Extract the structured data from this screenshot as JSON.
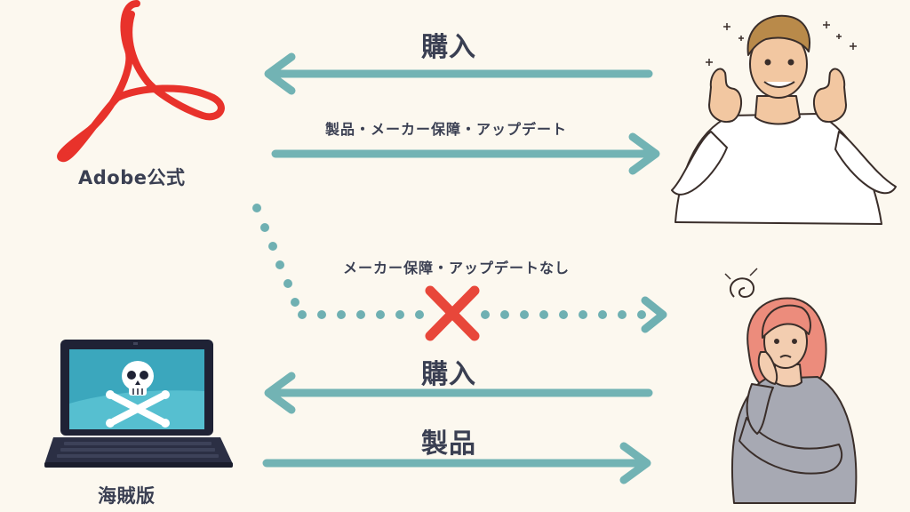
{
  "sources": {
    "official": "Adobe公式",
    "pirate": "海賊版"
  },
  "flows": {
    "official_purchase": "購入",
    "official_benefit": "製品・メーカー保障・アップデート",
    "pirate_missing": "メーカー保障・アップデートなし",
    "pirate_purchase": "購入",
    "pirate_product": "製品"
  },
  "colors": {
    "arrow": "#72b3b4",
    "dot": "#6fb0b2",
    "cross": "#e8473a",
    "text": "#3a3f52",
    "adobe_red": "#e8322b",
    "screen": "#3ba7bd",
    "background": "#fcf8ef"
  },
  "icons": {
    "official": "adobe-acrobat-logo-icon",
    "pirate": "laptop-skull-icon",
    "happy_user": "thumbs-up-man-icon",
    "worried_user": "worried-woman-icon",
    "denied": "red-x-icon"
  }
}
